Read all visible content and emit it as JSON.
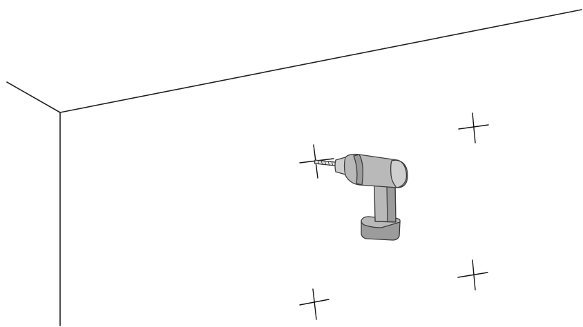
{
  "illustration": {
    "subject": "",
    "line_color": "#1f1f1f",
    "drill_body_color": "#b9b9b9",
    "drill_shadow_color": "#9c9c9c",
    "background_color": "#ffffff",
    "marks": [
      {
        "name": "mark-drilling",
        "icon": "crosshair-mark"
      },
      {
        "name": "mark-top-right",
        "icon": "crosshair-mark"
      },
      {
        "name": "mark-bottom-right",
        "icon": "crosshair-mark"
      },
      {
        "name": "mark-bottom-left",
        "icon": "crosshair-mark"
      }
    ],
    "tool": {
      "icon": "cordless-drill-icon"
    }
  }
}
